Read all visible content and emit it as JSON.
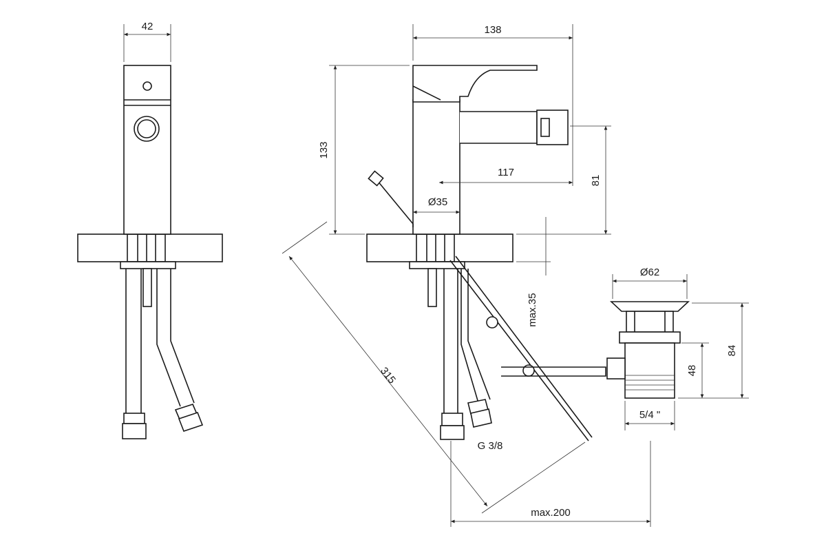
{
  "title": "Bidet mixer technical drawing",
  "dimensions": {
    "width_front": "42",
    "width_side": "138",
    "height": "133",
    "spout_reach": "117",
    "spout_height": "81",
    "body_diameter": "Ø35",
    "rod_length": "315",
    "max_thickness": "max.35",
    "waste_diameter": "Ø62",
    "waste_height": "84",
    "waste_body": "48",
    "waste_thread": "5/4 \"",
    "hose_thread": "G 3/8",
    "max_reach": "max.200"
  },
  "colors": {
    "line": "#1a1a1a",
    "hatch": "#555555"
  }
}
